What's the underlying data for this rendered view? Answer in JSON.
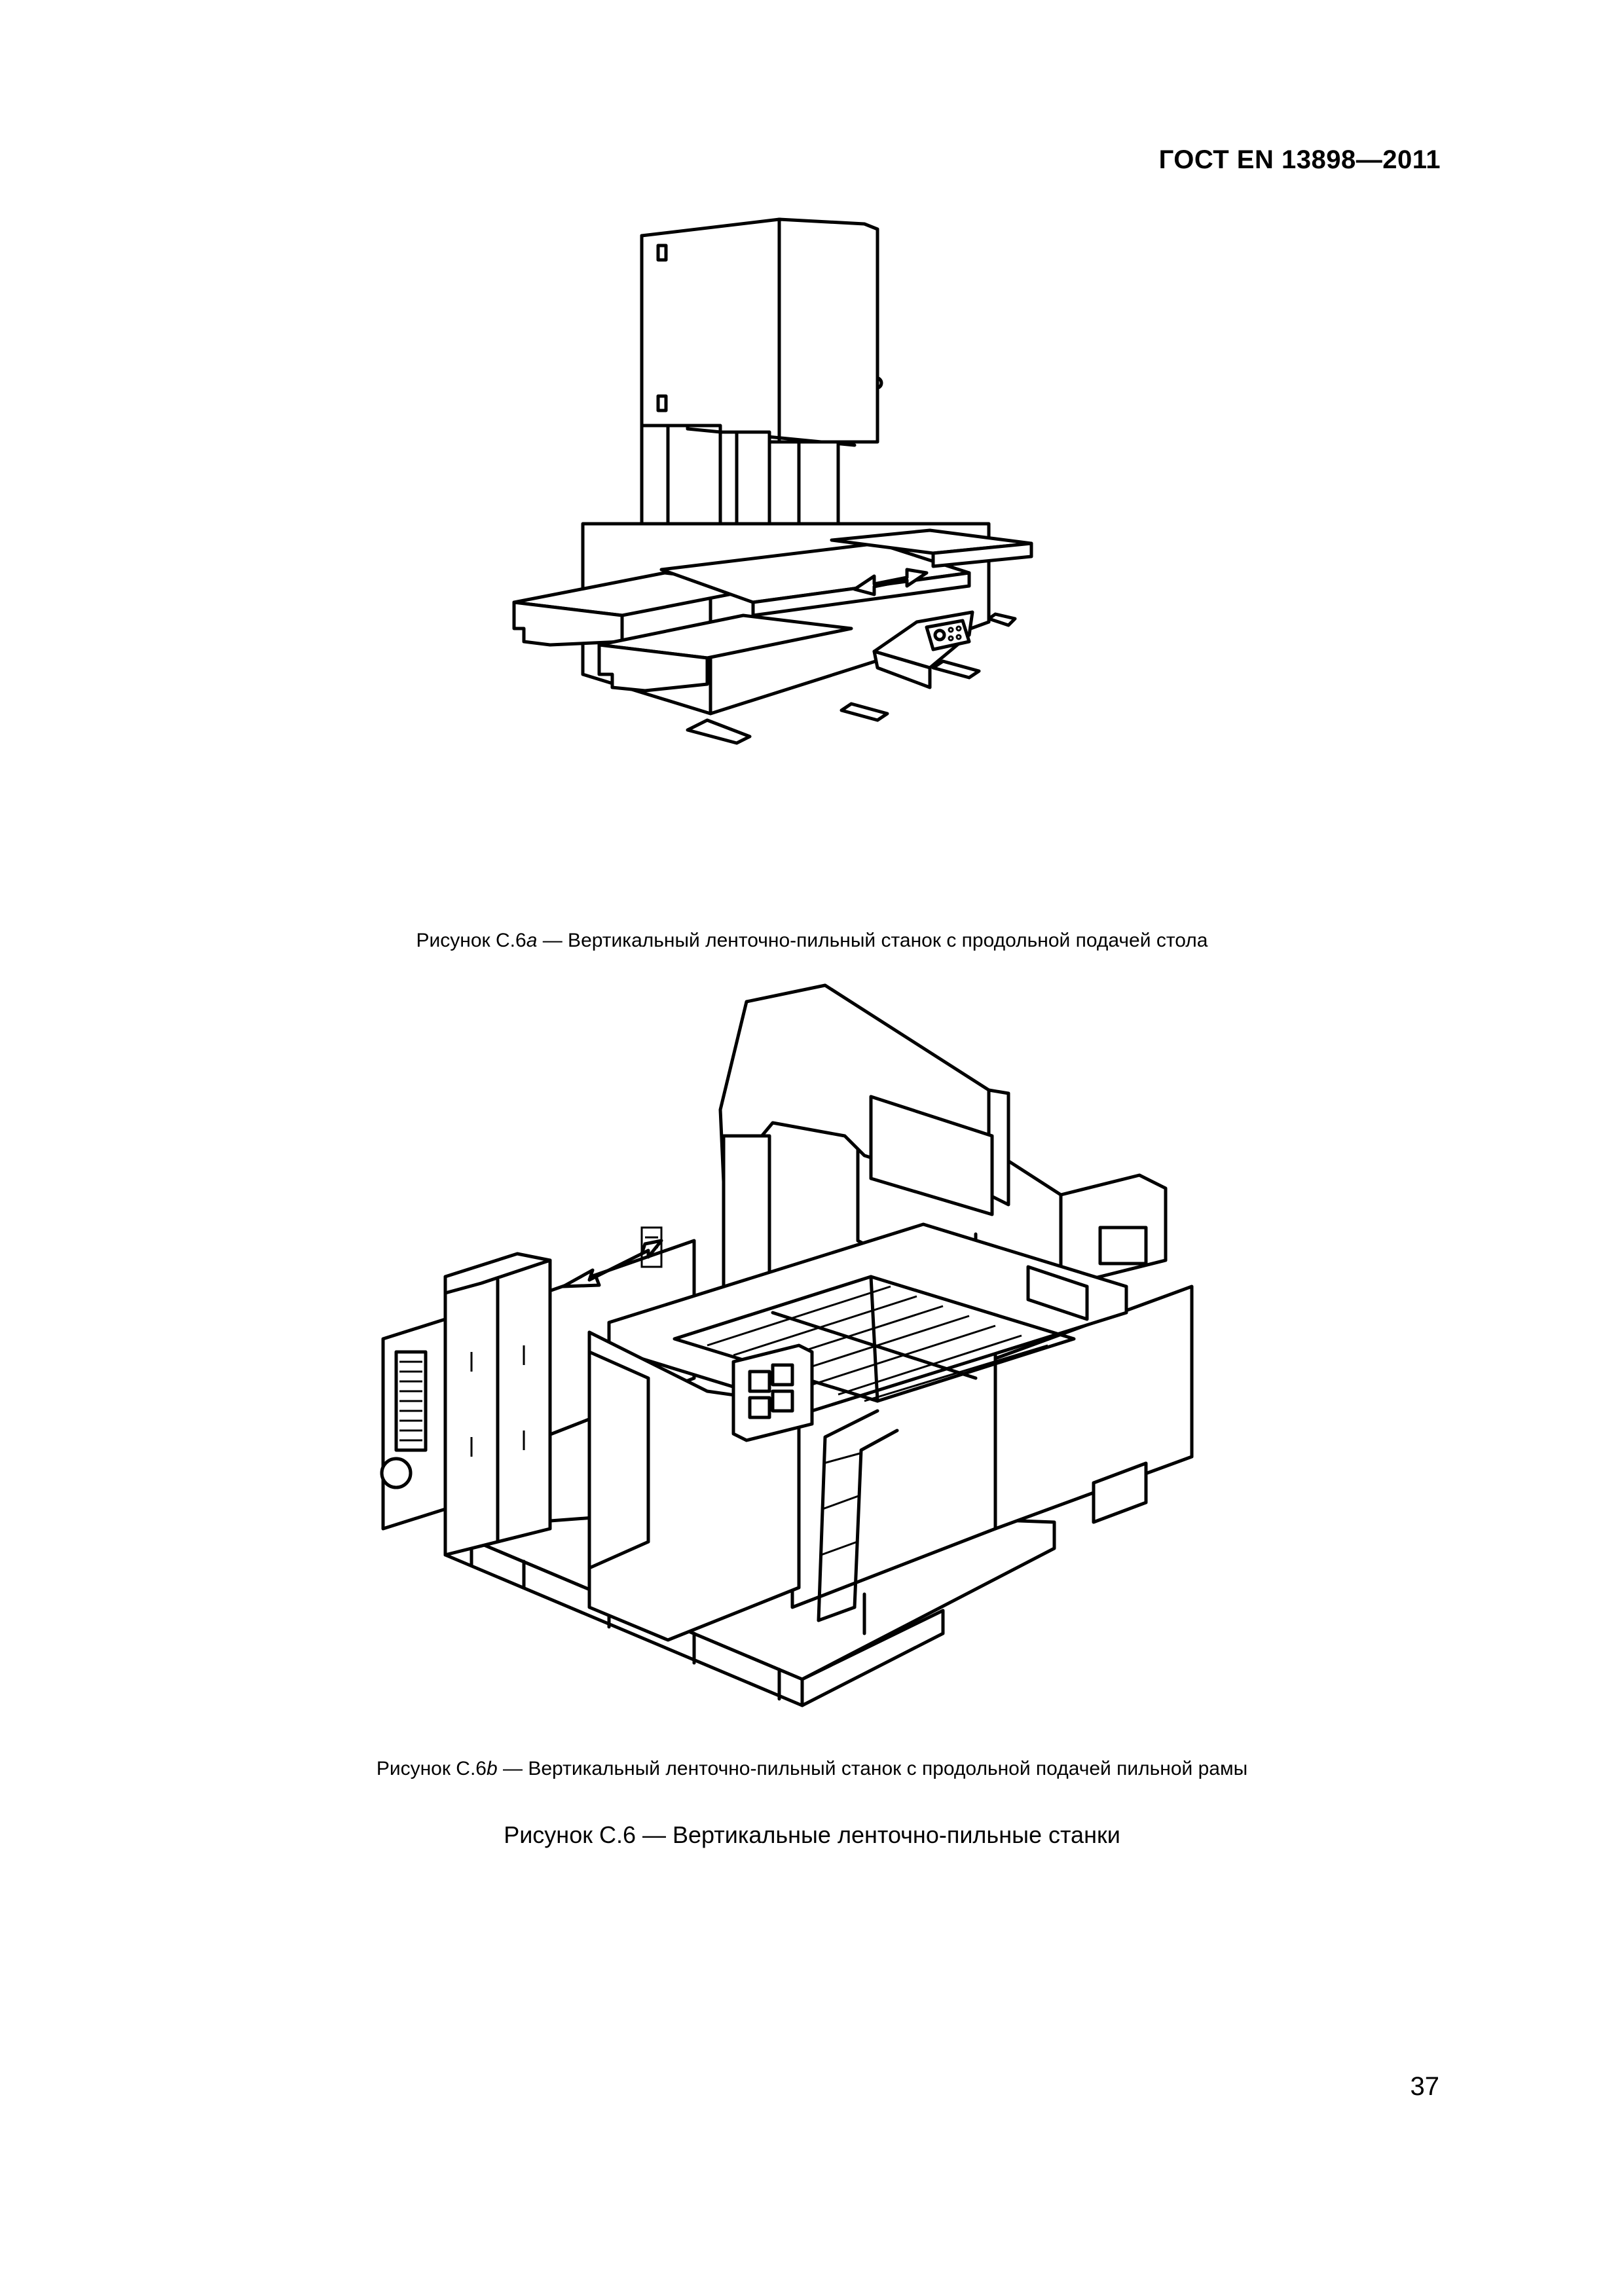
{
  "header": {
    "standard": "ГОСТ EN 13898—2011"
  },
  "figures": [
    {
      "prefix": "Рисунок С.6",
      "letter": "a",
      "text": " — Вертикальный ленточно-пильный станок с продольной подачей стола"
    },
    {
      "prefix": "Рисунок С.6",
      "letter": "b",
      "text": " — Вертикальный ленточно-пильный станок с продольной подачей пильной рамы"
    }
  ],
  "figure_main_caption": "Рисунок С.6 — Вертикальные ленточно-пильные станки",
  "page_number": "37"
}
